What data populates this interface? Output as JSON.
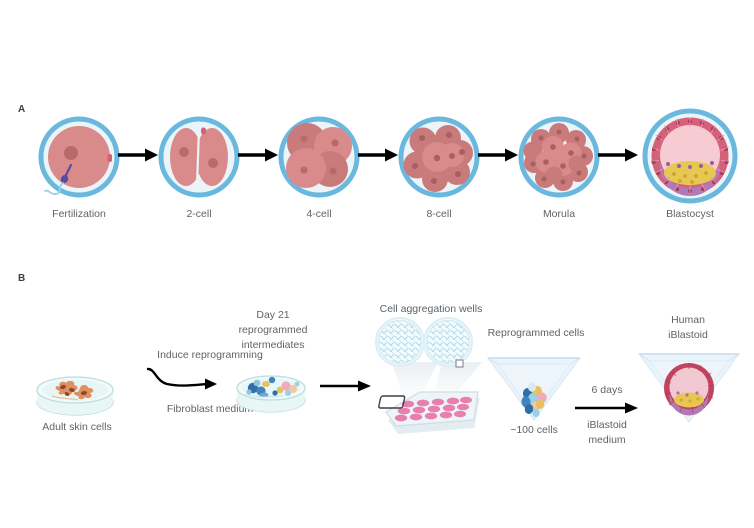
{
  "figure": {
    "title_hidden": "",
    "panels": [
      {
        "letter": "A"
      },
      {
        "letter": "B"
      }
    ]
  },
  "panelA": {
    "letter": "A",
    "stages": [
      {
        "id": "fertilization",
        "label": "Fertilization",
        "type": "zygote-sperm",
        "cells": 1
      },
      {
        "id": "2-cell",
        "label": "2-cell",
        "type": "cleavage",
        "cells": 2
      },
      {
        "id": "4-cell",
        "label": "4-cell",
        "type": "cleavage",
        "cells": 4
      },
      {
        "id": "8-cell",
        "label": "8-cell",
        "type": "cleavage",
        "cells": 8
      },
      {
        "id": "morula",
        "label": "Morula",
        "type": "morula",
        "cells": 16
      },
      {
        "id": "blastocyst",
        "label": "Blastocyst",
        "type": "blastocyst",
        "cells": 0
      }
    ],
    "arrow_count": 5
  },
  "panelB": {
    "letter": "B",
    "steps": [
      {
        "id": "adult-skin-cells",
        "label": "Adult skin cells",
        "icon": "petri-dish-fibroblasts"
      },
      {
        "id": "day21-intermediates",
        "label": "Day 21\nreprogrammed\nintermediates",
        "icon": "petri-dish-intermediates"
      },
      {
        "id": "cell-aggregation-wells",
        "label": "Cell aggregation wells",
        "icon": "microwell-array"
      },
      {
        "id": "reprogrammed-cells",
        "label": "Reprogrammed cells",
        "icon": "inverted-pyramid-well"
      },
      {
        "id": "human-iblastoid",
        "label": "Human\niBlastoid",
        "icon": "iblastoid-in-well"
      }
    ],
    "arrow1": {
      "label_top": "Induce reprogramming",
      "label_bottom": "Fibroblast medium",
      "style": "curved-hook-arrow"
    },
    "arrow2": {
      "style": "straight-arrow"
    },
    "arrow3": {
      "label_top": "6 days",
      "label_bottom": "iBlastoid\nmedium",
      "style": "straight-arrow"
    },
    "cell_count_label": "~100 cells"
  },
  "colors": {
    "zona_pellucida": "#6ab8dd",
    "zona_inner": "#eaf4f9",
    "cytoplasm": "#d98a8a",
    "cytoplasm_dark": "#c97a7a",
    "nucleus": "#b86a6a",
    "blastocyst_trophectoderm": "#d4607a",
    "blastocyst_cavity": "#f6ccd2",
    "hypoblast_purple": "#b07ab8",
    "epiblast_yellow": "#e8c652",
    "arrow_black": "#000000",
    "label_gray": "#5f6368",
    "dish_glass": "#cfe5e8",
    "fibroblast_orange": "#e08a5a",
    "well_pink": "#e87fae",
    "funnel_blue": "#dceaf5",
    "iblastoid_ring": "#c0445f"
  }
}
